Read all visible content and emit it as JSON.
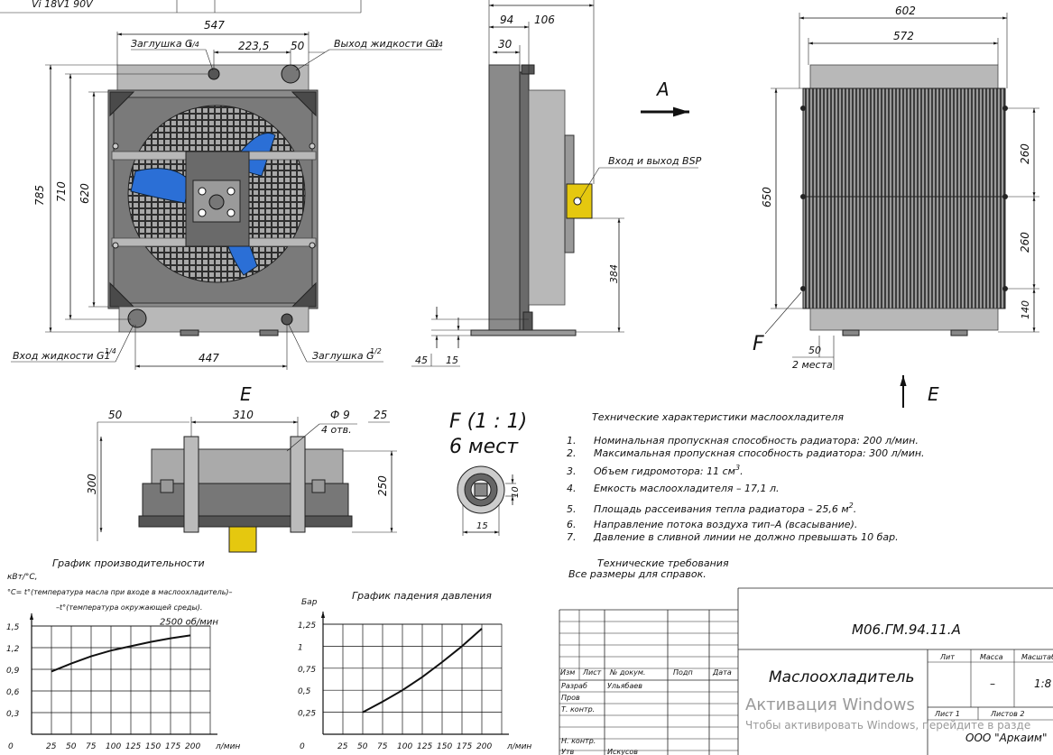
{
  "top_left_fragment": "Vi 18V1 90V",
  "front_view": {
    "dim_width_top": "547",
    "dim_plug_offset": "223,5",
    "dim_outlet_offset": "50",
    "label_plug_top": "Заглушка G",
    "label_plug_top_frac": "1/4",
    "label_outlet": "Выход жидкости G1",
    "label_outlet_frac": "1/4",
    "dim_height_total": "785",
    "dim_height_710": "710",
    "dim_height_620": "620",
    "label_inlet": "Вход жидкости G1",
    "label_inlet_frac": "1/4",
    "dim_bottom_width": "447",
    "label_plug_bottom": "Заглушка G",
    "label_plug_bottom_frac": "1/2"
  },
  "side_view": {
    "dim_94": "94",
    "dim_106": "106",
    "dim_30": "30",
    "arrow_label": "A",
    "label_ports": "Вход и выход BSP",
    "dim_384": "384",
    "dim_45": "45",
    "dim_15": "15"
  },
  "view_a": {
    "dim_602": "602",
    "dim_572": "572",
    "dim_650": "650",
    "dim_260a": "260",
    "dim_260b": "260",
    "dim_140": "140",
    "label_f": "F",
    "dim_50": "50",
    "label_places": "2 места",
    "arrow_label": "E"
  },
  "view_e": {
    "title": "E",
    "dim_50": "50",
    "dim_310": "310",
    "dim_phi": "Ф 9",
    "dim_holes": "4 отв.",
    "dim_25": "25",
    "dim_300": "300",
    "dim_250": "250"
  },
  "detail_f": {
    "title": "F (1 : 1)",
    "subtitle": "6 мест",
    "dim_10": "10",
    "dim_15": "15"
  },
  "specs": {
    "title": "Технические характеристики маслоохладителя",
    "items": [
      {
        "n": "1.",
        "text": "Номинальная пропускная способность радиатора: 200 л/мин."
      },
      {
        "n": "2.",
        "text": "Максимальная пропускная способность радиатора: 300 л/мин."
      },
      {
        "n": "3.",
        "text": "Объем гидромотора: 11 см",
        "sup": "3"
      },
      {
        "n": "4.",
        "text": "Емкость маслоохладителя – 17,1 л."
      },
      {
        "n": "5.",
        "text": "Площадь рассеивания тепла радиатора – 25,6 м",
        "sup": "2"
      },
      {
        "n": "6.",
        "text": "Направление потока воздуха тип–А (всасывание)."
      },
      {
        "n": "7.",
        "text": "Давление в сливной линии не должно превышать 10 бар."
      }
    ],
    "req_title": "Технические требования",
    "req_text": "Все размеры для справок."
  },
  "chart_data": [
    {
      "type": "line",
      "title": "График производительности",
      "ylabel": "кВт/°С,",
      "note1": "°С= t°(температура масла при входе в маслоохладитель)–",
      "note2": "–t°(температура окружающей среды).",
      "series": [
        {
          "name": "2500 об/мин",
          "x": [
            25,
            50,
            75,
            100,
            125,
            150,
            175,
            200
          ],
          "y": [
            0.87,
            0.98,
            1.08,
            1.16,
            1.22,
            1.28,
            1.33,
            1.37
          ]
        }
      ],
      "xticks": [
        "0",
        "25",
        "50",
        "75",
        "100",
        "125",
        "150",
        "175",
        "200"
      ],
      "xunit": "л/мин",
      "yticks": [
        "0",
        "0,3",
        "0,6",
        "0,9",
        "1,2",
        "1,5"
      ],
      "xlim": [
        0,
        225
      ],
      "ylim": [
        0,
        1.5
      ],
      "grid": true
    },
    {
      "type": "line",
      "title": "График падения давления",
      "ylabel": "Бар",
      "series": [
        {
          "x": [
            50,
            75,
            100,
            125,
            150,
            175,
            200
          ],
          "y": [
            0.25,
            0.37,
            0.5,
            0.65,
            0.82,
            1.0,
            1.2
          ]
        }
      ],
      "xticks": [
        "0",
        "25",
        "50",
        "75",
        "100",
        "125",
        "150",
        "175",
        "200"
      ],
      "xunit": "л/мин",
      "yticks": [
        "0,25",
        "0,5",
        "0,75",
        "1",
        "1,25"
      ],
      "xlim": [
        0,
        225
      ],
      "ylim": [
        0,
        1.25
      ],
      "grid": true
    }
  ],
  "title_block": {
    "code": "М06.ГМ.94.11.А",
    "name": "Маслоохладитель",
    "col_lit": "Лит",
    "col_mass": "Масса",
    "col_scale": "Масштаб",
    "mass": "–",
    "scale": "1:8",
    "sheet": "Лист 1",
    "sheets": "Листов 2",
    "company": "ООО \"Аркаим\"",
    "hdr_izm": "Изм",
    "hdr_list": "Лист",
    "hdr_doc": "№ докум.",
    "hdr_sign": "Подп",
    "hdr_date": "Дата",
    "row_razrab": "Разраб",
    "row_razrab_name": "Ульябаев",
    "row_prov": "Пров",
    "row_tkontr": "Т. контр.",
    "row_nkontr": "Н. контр.",
    "row_utv": "Утв",
    "row_utv_name": "Искусов"
  },
  "watermark": {
    "line1": "Активация Windows",
    "line2": "Чтобы активировать Windows, перейдите в разде"
  }
}
